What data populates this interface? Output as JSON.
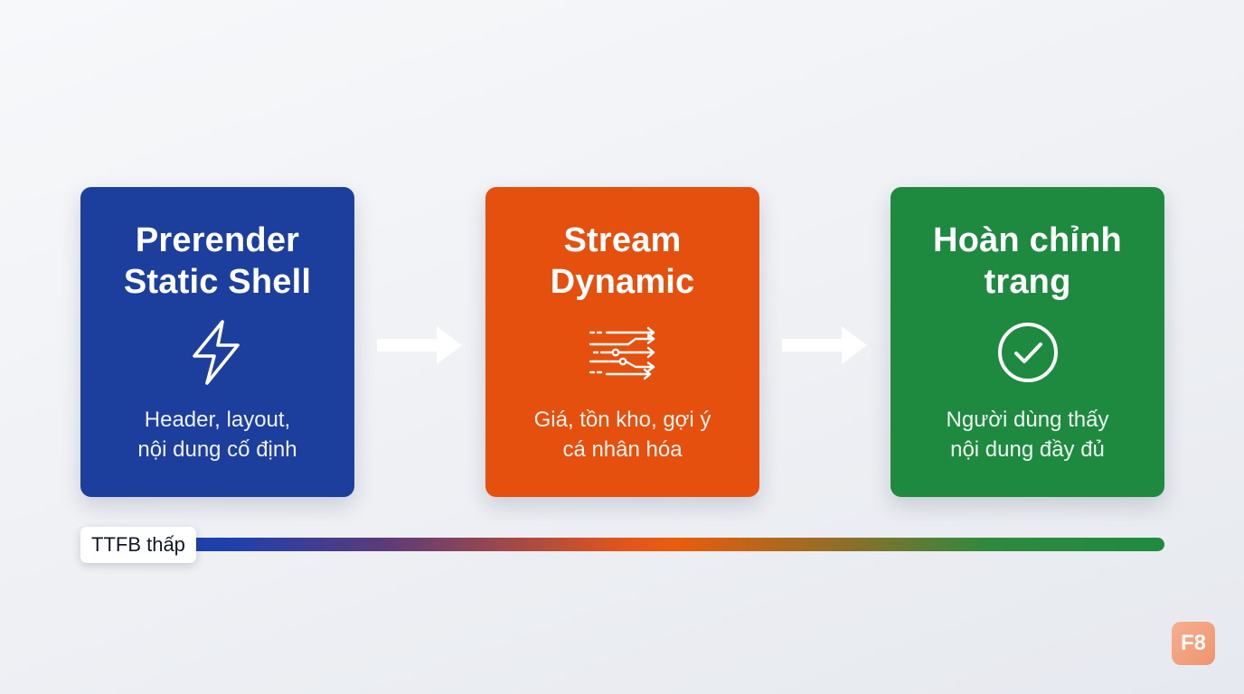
{
  "steps": [
    {
      "title_line1": "Prerender",
      "title_line2": "Static Shell",
      "icon": "lightning-icon",
      "desc_line1": "Header, layout,",
      "desc_line2": "nội dung cố định",
      "color": "#1e40af"
    },
    {
      "title_line1": "Stream",
      "title_line2": "Dynamic",
      "icon": "streaming-arrows-icon",
      "desc_line1": "Giá, tồn kho, gợi ý",
      "desc_line2": "cá nhân hóa",
      "color": "#e8540e"
    },
    {
      "title_line1": "Hoàn chỉnh",
      "title_line2": "trang",
      "icon": "check-circle-icon",
      "desc_line1": "Người dùng thấy",
      "desc_line2": "nội dung đầy đủ",
      "color": "#1e8a40"
    }
  ],
  "timeline": {
    "label": "TTFB thấp"
  },
  "logo": {
    "text": "F8",
    "color": "#f48a5c"
  }
}
